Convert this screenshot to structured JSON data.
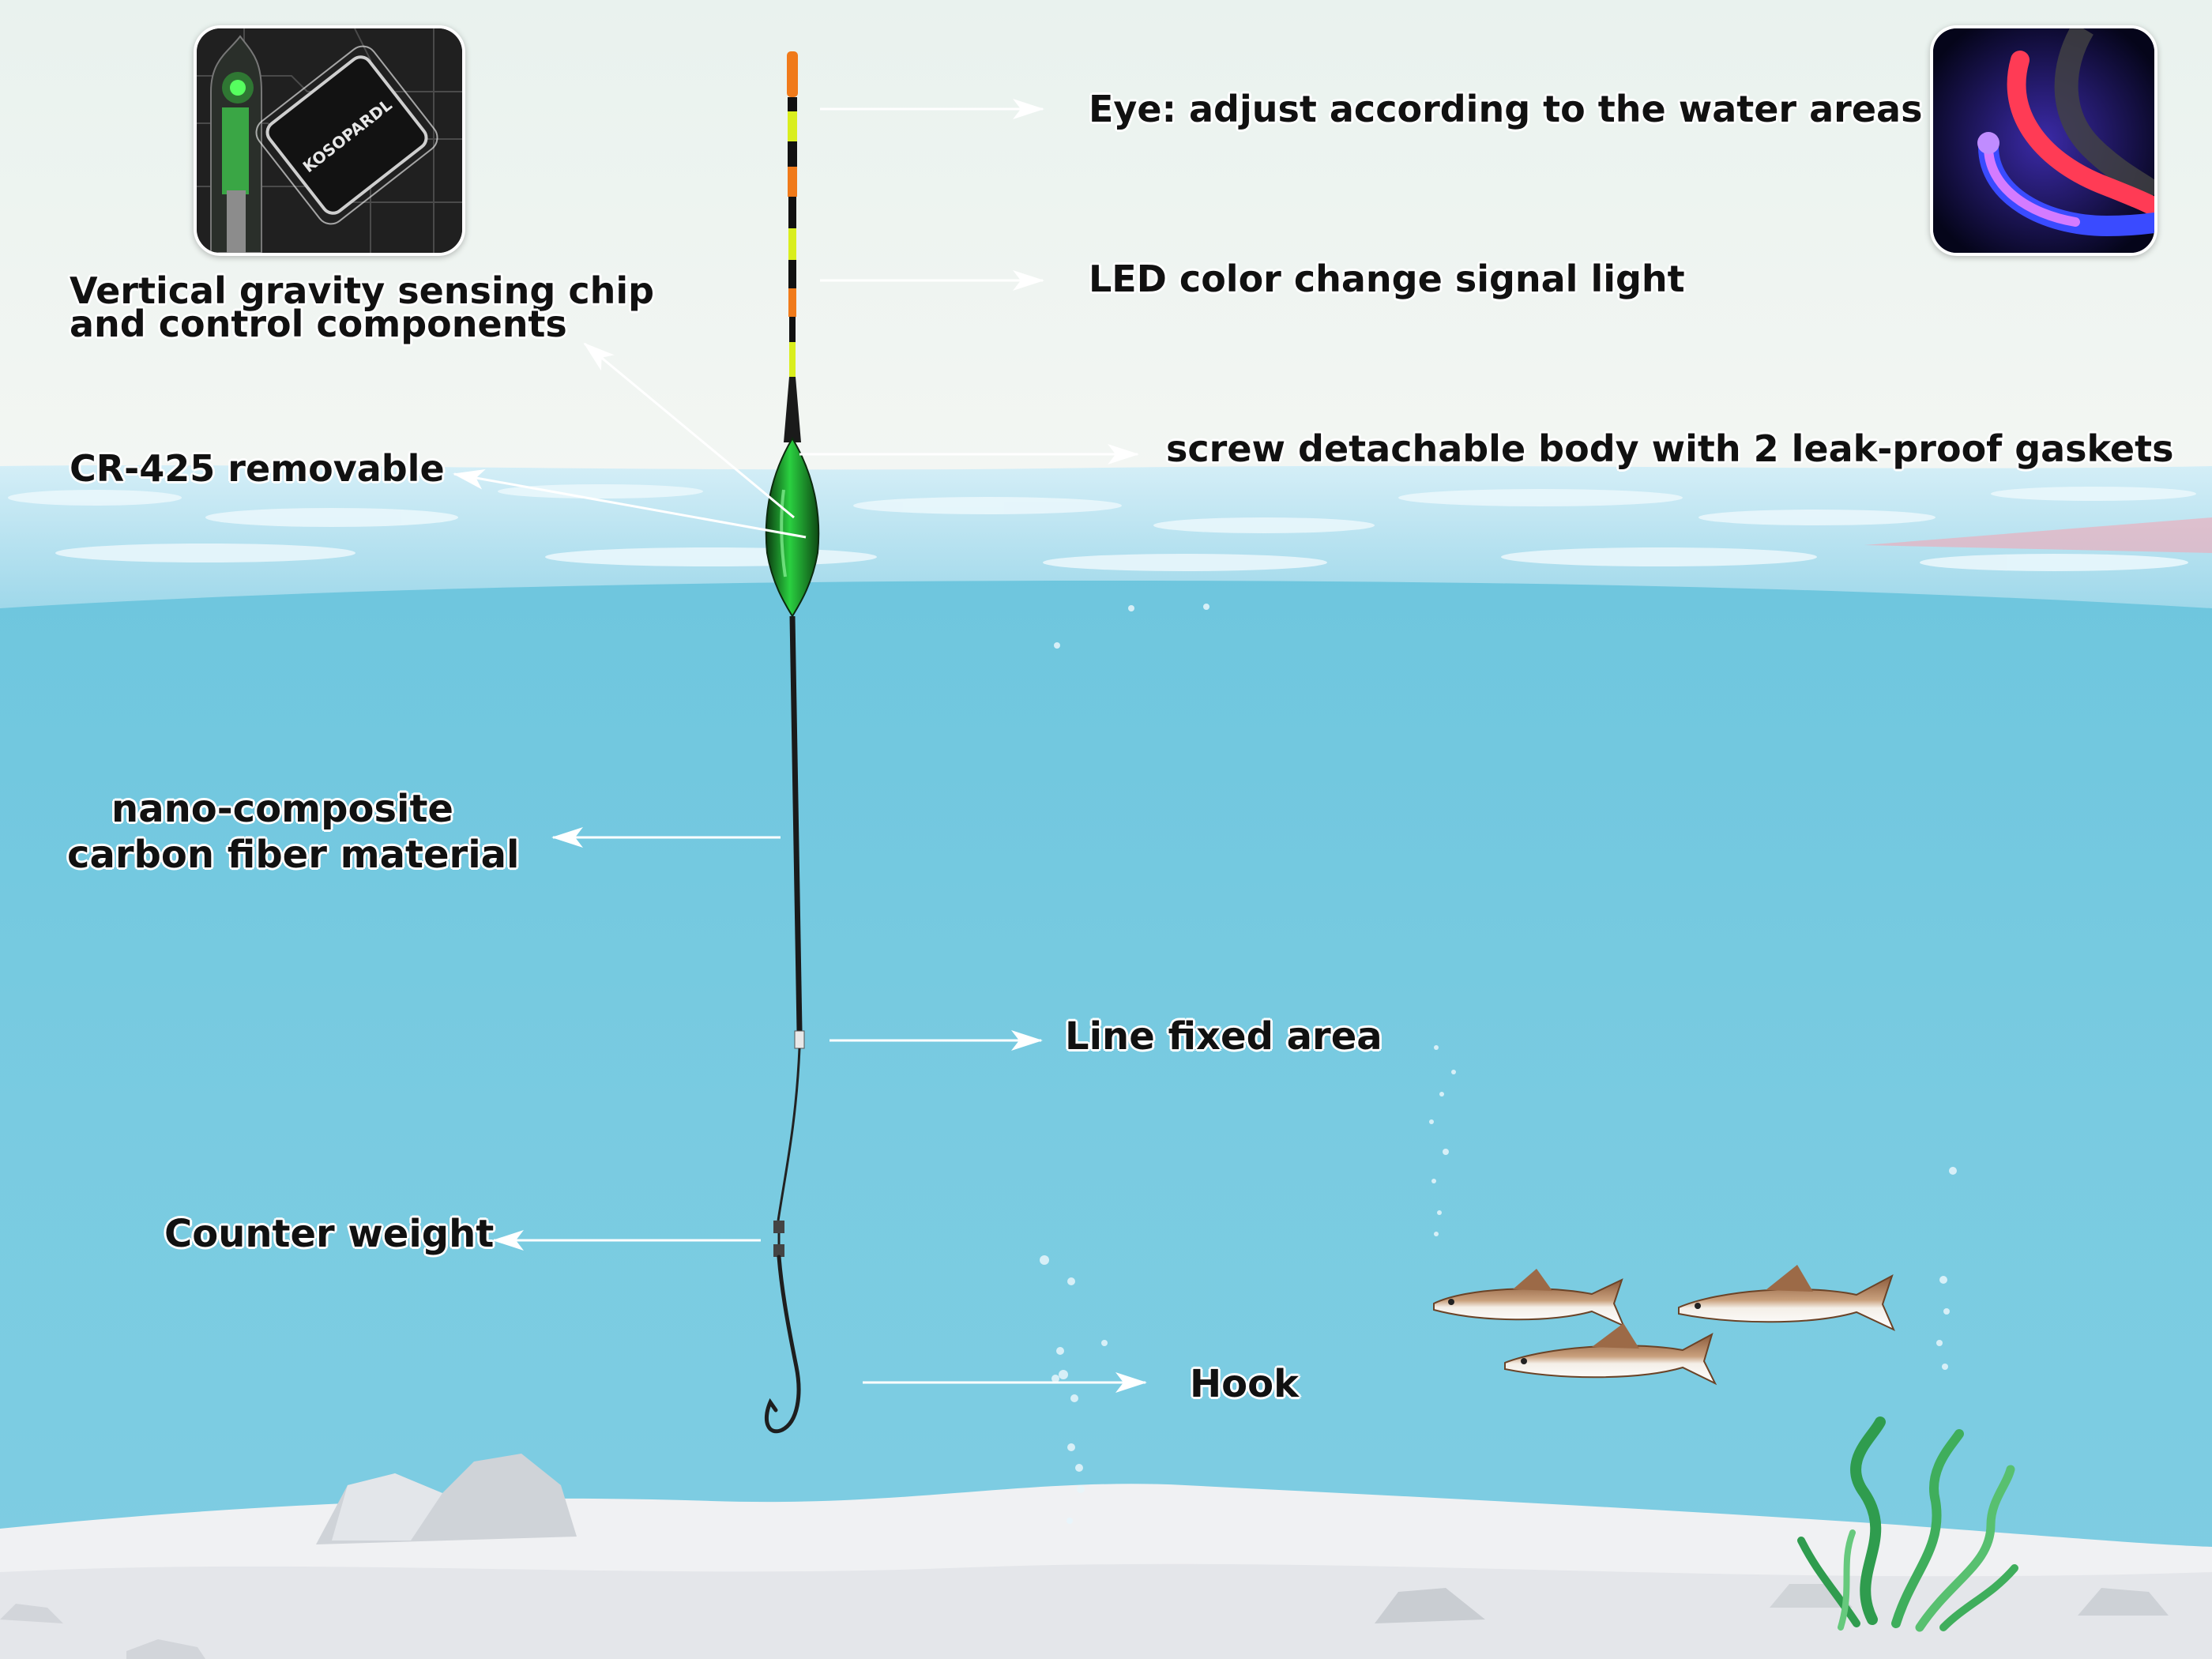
{
  "callouts": {
    "eye": "Eye: adjust according to the water areas",
    "led": "LED color change signal light",
    "chip_line1": "Vertical gravity sensing chip",
    "chip_line2": "and control components",
    "battery": "CR-425 removable",
    "body": "screw detachable body with 2 leak-proof gaskets",
    "carbon_line1": "nano-composite",
    "carbon_line2": "carbon fiber material",
    "line_fixed": "Line fixed area",
    "counter_weight": "Counter weight",
    "hook": "Hook"
  },
  "chip_brand": "KOSOPARDL",
  "colors": {
    "sky": "#eef4f1",
    "water": "#7ccbe0",
    "water_surface": "#b6e2f0",
    "sand": "#f2f3f4",
    "float_green": "#22c03a",
    "float_orange": "#f07a1a",
    "float_yellow": "#d9ee1e"
  }
}
